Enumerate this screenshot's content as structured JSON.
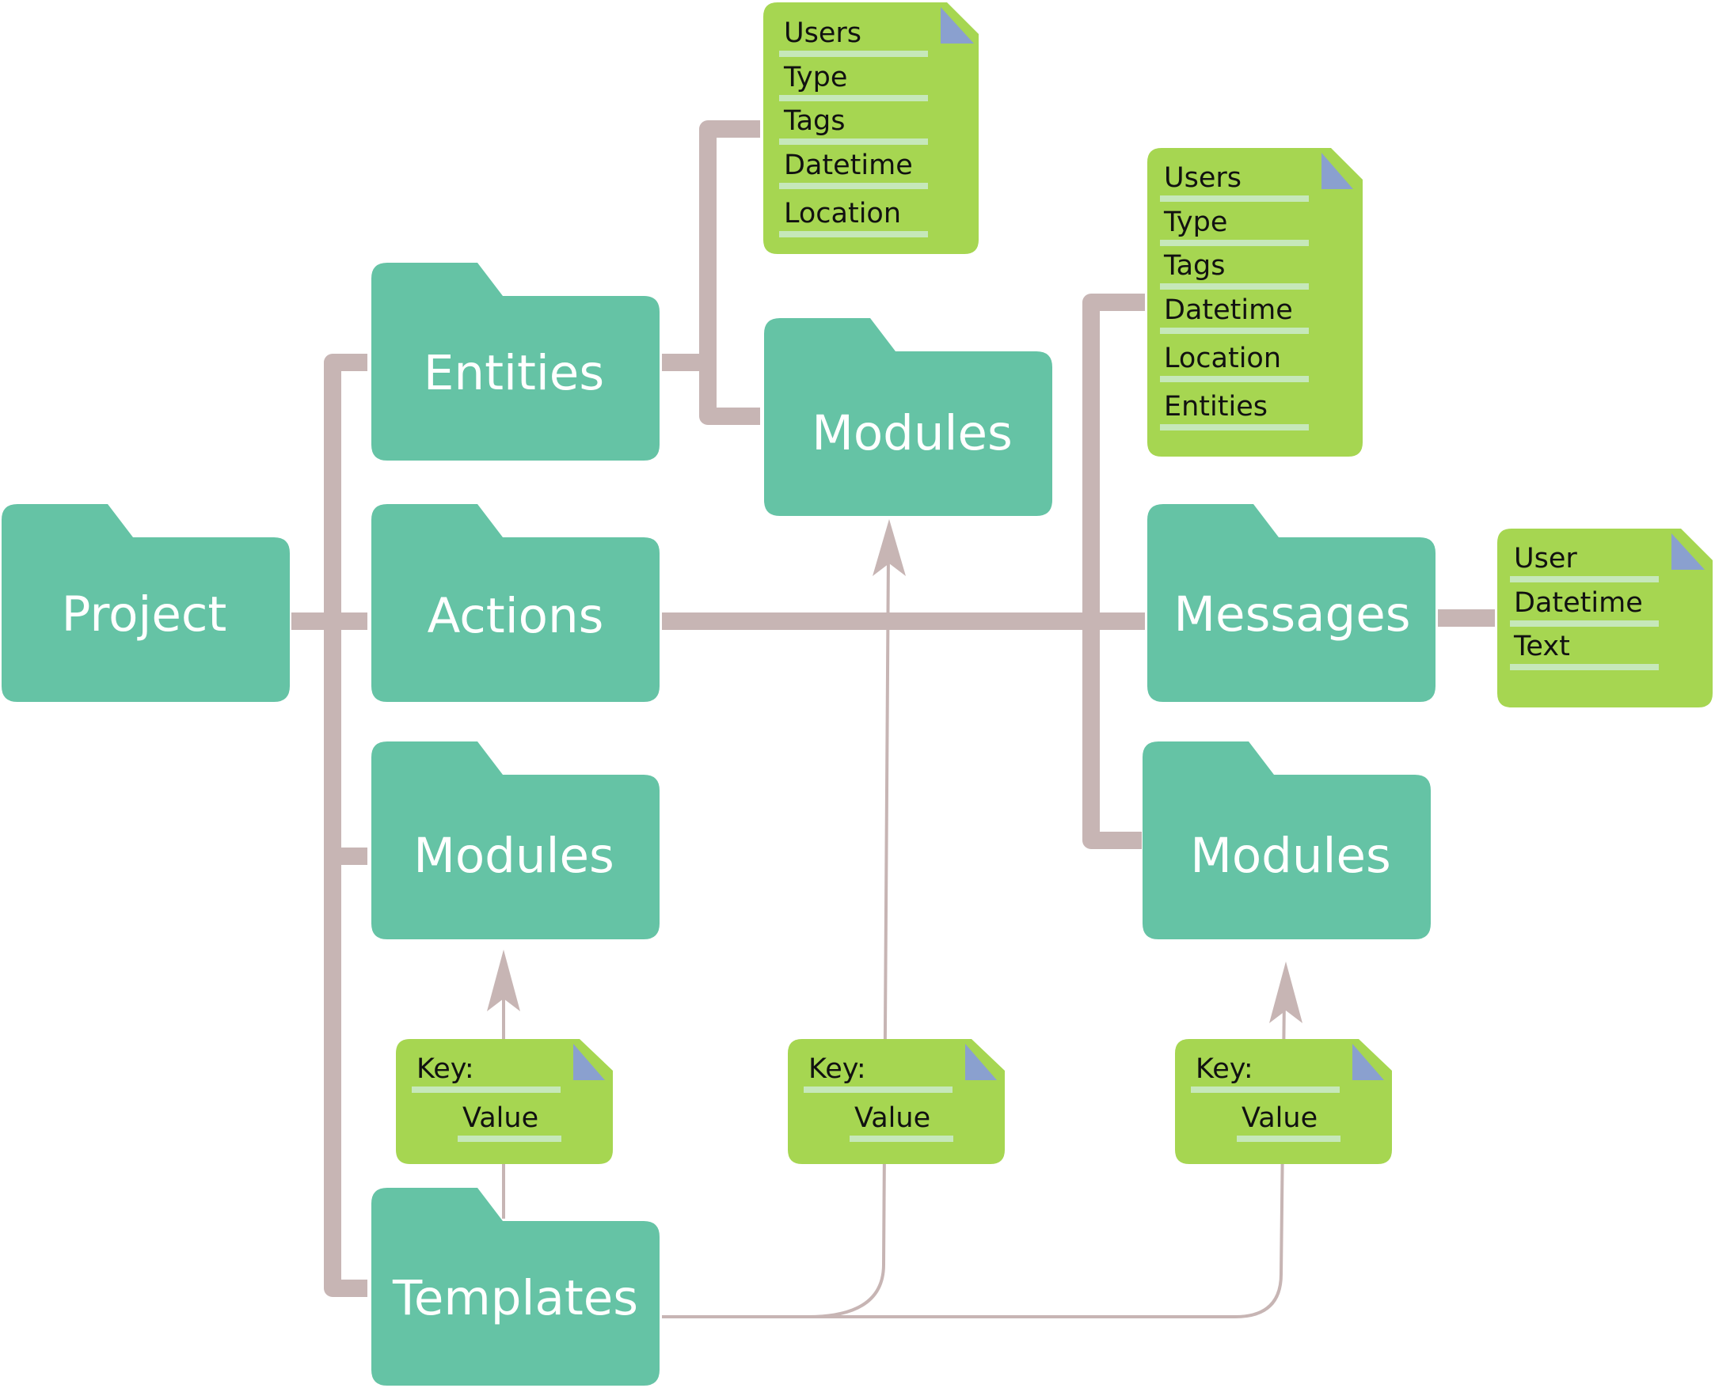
{
  "colors": {
    "folder": "#65c3a5",
    "document": "#a6d651",
    "document_line": "#c6e8ba",
    "document_corner": "#8aa0cf",
    "connector": "#c7b5b4",
    "label_folder": "#ffffff",
    "label_document": "#111111"
  },
  "folders": {
    "project": "Project",
    "entities": "Entities",
    "actions": "Actions",
    "modules_main": "Modules",
    "templates": "Templates",
    "modules_entities": "Modules",
    "messages": "Messages",
    "modules_actions": "Modules"
  },
  "documents": {
    "entities_fields": [
      "Users",
      "Type",
      "Tags",
      "Datetime",
      "Location"
    ],
    "actions_fields": [
      "Users",
      "Type",
      "Tags",
      "Datetime",
      "Location",
      "Entities"
    ],
    "messages_fields": [
      "User",
      "Datetime",
      "Text"
    ],
    "template_docs": [
      {
        "key": "Key:",
        "value": "Value"
      },
      {
        "key": "Key:",
        "value": "Value"
      },
      {
        "key": "Key:",
        "value": "Value"
      }
    ]
  }
}
